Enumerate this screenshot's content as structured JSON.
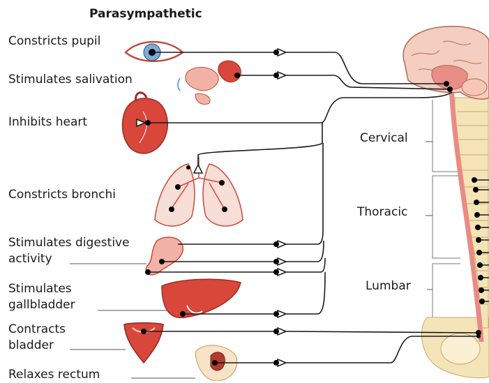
{
  "title": "Parasympathetic",
  "effects": [
    {
      "lines": [
        "Constricts pupil"
      ]
    },
    {
      "lines": [
        "Stimulates salivation"
      ]
    },
    {
      "lines": [
        "Inhibits heart"
      ]
    },
    {
      "lines": [
        "Constricts bronchi"
      ]
    },
    {
      "lines": [
        "Stimulates digestive",
        "activity"
      ]
    },
    {
      "lines": [
        "Stimulates",
        "gallbladder"
      ]
    },
    {
      "lines": [
        "Contracts",
        "bladder"
      ]
    },
    {
      "lines": [
        "Relaxes rectum"
      ]
    }
  ],
  "regions": [
    "Cervical",
    "Thoracic",
    "Lumbar"
  ],
  "colors": {
    "nerve": "#1a1a1a",
    "organ_red": "#d9463a",
    "organ_pink": "#f2b3a6",
    "spinal_cord": "#e98b84",
    "bone": "#f5e4b8",
    "brain": "#f4cfc0"
  }
}
